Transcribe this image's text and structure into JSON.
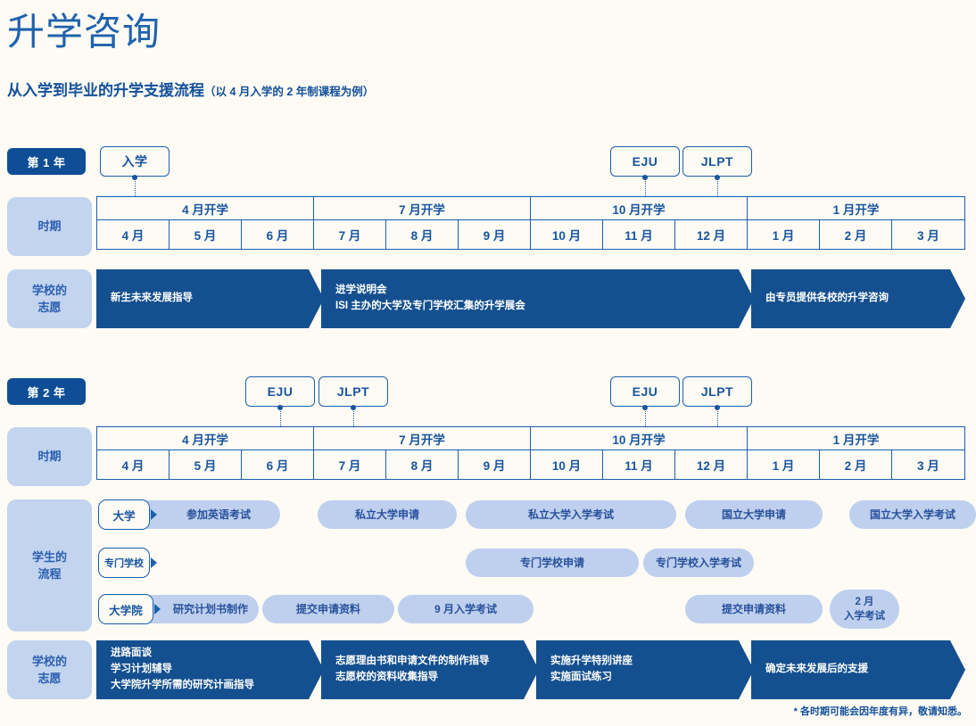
{
  "header": {
    "title": "升学咨询",
    "subtitle": "从入学到毕业的升学支援流程",
    "subtitle_note": "（以 4 月入学的 2 年制课程为例）"
  },
  "year1": {
    "badge": "第 1 年",
    "period_label": "时期",
    "support_label": "学校的\n志愿",
    "events": [
      {
        "label": "入学"
      },
      {
        "label": "EJU"
      },
      {
        "label": "JLPT"
      }
    ],
    "terms": [
      "4 月开学",
      "7 月开学",
      "10 月开学",
      "1 月开学"
    ],
    "months": [
      "4 月",
      "5 月",
      "6 月",
      "7 月",
      "8 月",
      "9 月",
      "10 月",
      "11 月",
      "12 月",
      "1 月",
      "2 月",
      "3 月"
    ],
    "support_items": [
      {
        "text": "新生未来发展指导"
      },
      {
        "text": "进学说明会\nISI 主办的大学及专门学校汇集的升学展会"
      },
      {
        "text": "由专员提供各校的升学咨询"
      }
    ]
  },
  "year2": {
    "badge": "第 2 年",
    "period_label": "时期",
    "flow_label": "学生的\n流程",
    "support_label": "学校的\n志愿",
    "events": [
      {
        "label": "EJU"
      },
      {
        "label": "JLPT"
      },
      {
        "label": "EJU"
      },
      {
        "label": "JLPT"
      }
    ],
    "terms": [
      "4 月开学",
      "7 月开学",
      "10 月开学",
      "1 月开学"
    ],
    "months": [
      "4 月",
      "5 月",
      "6 月",
      "7 月",
      "8 月",
      "9 月",
      "10 月",
      "11 月",
      "12 月",
      "1 月",
      "2 月",
      "3 月"
    ],
    "flow_rows": [
      {
        "category": "大学",
        "pills": [
          "参加英语考试",
          "私立大学申请",
          "私立大学入学考试",
          "国立大学申请",
          "国立大学入学考试"
        ]
      },
      {
        "category": "专门学校",
        "pills": [
          "专门学校申请",
          "专门学校入学考试"
        ]
      },
      {
        "category": "大学院",
        "pills": [
          "研究计划书制作",
          "提交申请资料",
          "9 月入学考试",
          "提交申请资料",
          "2 月\n入学考试"
        ]
      }
    ],
    "support_items": [
      {
        "text": "进路面谈\n学习计划辅导\n大学院升学所需的研究计画指导"
      },
      {
        "text": "志愿理由书和申请文件的制作指导\n志愿校的资料收集指导"
      },
      {
        "text": "实施升学特别讲座\n实施面试练习"
      },
      {
        "text": "确定未来发展后的支援"
      }
    ]
  },
  "footnote": "* 各时期可能会因年度有异，敬请知悉。",
  "colors": {
    "background": "#fdfbf4",
    "brand_blue": "#1a5fae",
    "dark_blue": "#14508f",
    "light_blue": "#bed0ee",
    "label_blue": "#c3d4ee"
  }
}
